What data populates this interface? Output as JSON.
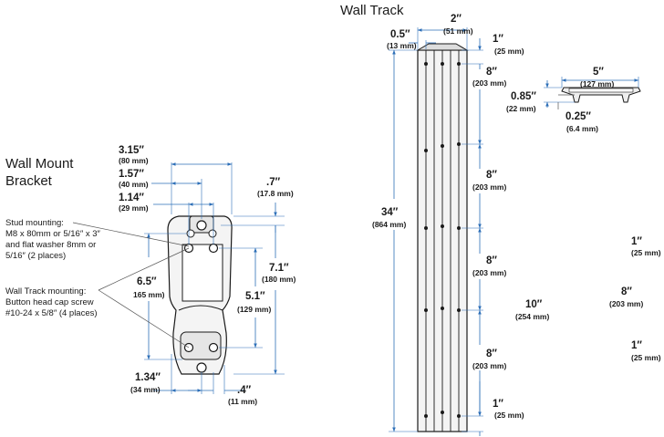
{
  "bracket": {
    "title_line1": "Wall Mount",
    "title_line2": "Bracket",
    "dims": {
      "w315": {
        "in": "3.15″",
        "mm": "(80 mm)"
      },
      "w157": {
        "in": "1.57″",
        "mm": "(40 mm)"
      },
      "w114": {
        "in": "1.14″",
        "mm": "(29 mm)"
      },
      "d07": {
        "in": ".7″",
        "mm": "(17.8 mm)"
      },
      "h65": {
        "in": "6.5″",
        "mm": "165 mm)"
      },
      "h71": {
        "in": "7.1″",
        "mm": "(180 mm)"
      },
      "h51": {
        "in": "5.1″",
        "mm": "(129 mm)"
      },
      "w134": {
        "in": "1.34″",
        "mm": "(34 mm)"
      },
      "d04": {
        "in": ".4″",
        "mm": "(11 mm)"
      }
    },
    "stud_note": [
      "Stud mounting:",
      "M8 x 80mm or 5/16″ x 3″",
      "and flat washer 8mm or",
      "5/16″ (2 places)"
    ],
    "track_note": [
      "Wall Track mounting:",
      "Button head cap screw",
      "#10-24 x 5/8″ (4 places)"
    ]
  },
  "track": {
    "title": "Wall Track",
    "dims": {
      "w2": {
        "in": "2″",
        "mm": "(51 mm)"
      },
      "w05": {
        "in": "0.5″",
        "mm": "(13 mm)"
      },
      "t1": {
        "in": "1″",
        "mm": "(25 mm)"
      },
      "s8a": {
        "in": "8″",
        "mm": "(203 mm)"
      },
      "w5": {
        "in": "5″",
        "mm": "(127 mm)"
      },
      "d085": {
        "in": "0.85″",
        "mm": "(22 mm)"
      },
      "d025": {
        "in": "0.25″",
        "mm": "(6.4 mm)"
      },
      "s8b": {
        "in": "8″",
        "mm": "(203 mm)"
      },
      "h34": {
        "in": "34″",
        "mm": "(864 mm)"
      },
      "s8c": {
        "in": "8″",
        "mm": "(203 mm)"
      },
      "s8d": {
        "in": "8″",
        "mm": "(203 mm)"
      },
      "b1": {
        "in": "1″",
        "mm": "(25 mm)"
      },
      "r1a": {
        "in": "1″",
        "mm": "(25 mm)"
      },
      "r8": {
        "in": "8″",
        "mm": "(203 mm)"
      },
      "r1b": {
        "in": "1″",
        "mm": "(25 mm)"
      },
      "r10": {
        "in": "10″",
        "mm": "(254 mm)"
      }
    }
  }
}
